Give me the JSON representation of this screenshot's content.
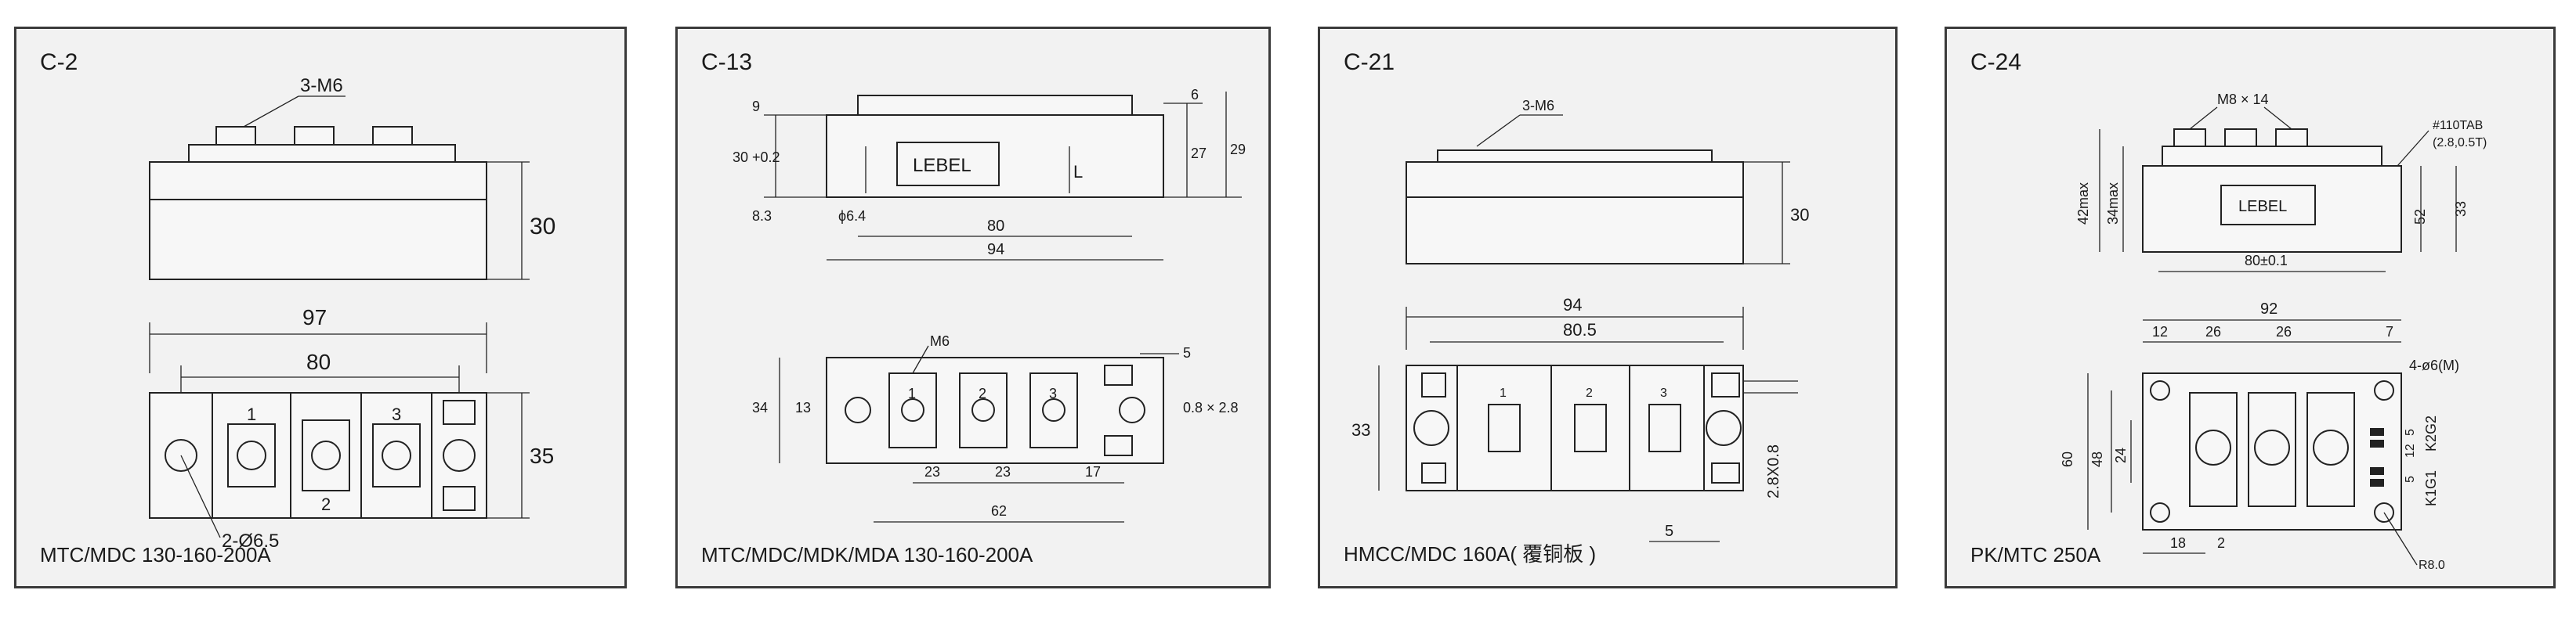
{
  "panels": [
    {
      "id": "C-2",
      "title": "C-2",
      "caption": "MTC/MDC  130-160-200A",
      "dims": {
        "top_height": "30",
        "overall_length": "97",
        "hole_spacing": "80",
        "width": "35",
        "screw": "3-M6",
        "holes": "2-Ø6.5"
      },
      "terminals": [
        "1",
        "2",
        "3"
      ]
    },
    {
      "id": "C-13",
      "title": "C-13",
      "caption": "MTC/MDC/MDK/MDA  130-160-200A",
      "brand": "LEBEL",
      "dims": {
        "height_tol": "30 +0.2",
        "h9": "9",
        "h83": "8.3",
        "hole": "ϕ6.4",
        "l80": "80",
        "l94": "94",
        "h6": "6",
        "h27": "27",
        "h29": "29",
        "screw": "M6",
        "s5": "5",
        "w34": "34",
        "w13": "13",
        "tab": "0.8 × 2.8",
        "p23a": "23",
        "p23b": "23",
        "p17": "17",
        "p62": "62"
      },
      "terminals": [
        "1",
        "2",
        "3"
      ]
    },
    {
      "id": "C-21",
      "title": "C-21",
      "caption": "HMCC/MDC  160A( 覆铜板 )",
      "dims": {
        "screw": "3-M6",
        "h30": "30",
        "l94": "94",
        "l805": "80.5",
        "w33": "33",
        "tab": "2.8X0.8",
        "s5": "5"
      },
      "terminals": [
        "1",
        "2",
        "3"
      ]
    },
    {
      "id": "C-24",
      "title": "C-24",
      "caption": "PK/MTC  250A",
      "brand": "LEBEL",
      "dims": {
        "screw": "M8 × 14",
        "tab": "#110TAB",
        "tab_size": "(2.8,0.5T)",
        "h42": "42max",
        "h34": "34max",
        "h52": "52",
        "h33": "33",
        "l80": "80±0.1",
        "l92": "92",
        "c12": "12",
        "c26a": "26",
        "c26b": "26",
        "c7": "7",
        "holes": "4-ø6(M)",
        "w60": "60",
        "w48": "48",
        "w24": "24",
        "w12": "12",
        "w5a": "5",
        "w5b": "5",
        "k2g2": "K2G2",
        "k1g1": "K1G1",
        "b18": "18",
        "b2": "2",
        "r8": "R8.0"
      }
    }
  ]
}
